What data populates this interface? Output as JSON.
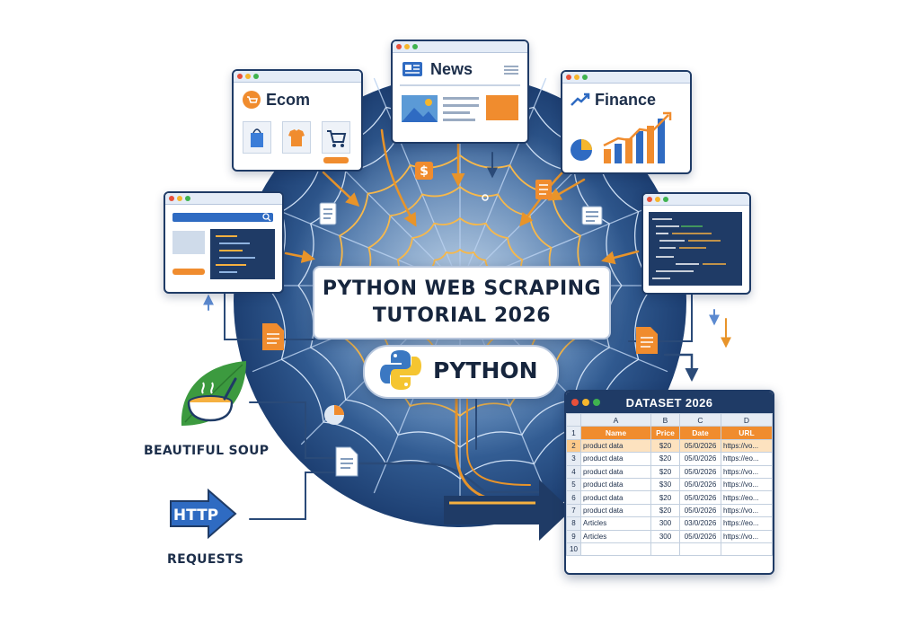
{
  "title": {
    "line1": "PYTHON WEB SCRAPING",
    "line2": "TUTORIAL 2026"
  },
  "python_badge": {
    "label": "PYTHON"
  },
  "sites": {
    "ecom": {
      "label": "Ecom"
    },
    "news": {
      "label": "News"
    },
    "finance": {
      "label": "Finance"
    }
  },
  "tools": {
    "beautiful_soup": {
      "label": "BEAUTIFUL SOUP"
    },
    "requests": {
      "label": "REQUESTS",
      "icon_text": "HTTP"
    }
  },
  "dataset": {
    "title": "DATASET 2026",
    "columns": [
      "A",
      "B",
      "C",
      "D"
    ],
    "headers": [
      "Name",
      "Price",
      "Date",
      "URL"
    ],
    "rows": [
      {
        "num": "2",
        "name": "product data",
        "price": "$20",
        "date": "05/0/2026",
        "url": "https://vo..."
      },
      {
        "num": "3",
        "name": "product data",
        "price": "$20",
        "date": "05/0/2026",
        "url": "https://eo..."
      },
      {
        "num": "4",
        "name": "product data",
        "price": "$20",
        "date": "05/0/2026",
        "url": "https://vo..."
      },
      {
        "num": "5",
        "name": "product data",
        "price": "$30",
        "date": "05/0/2026",
        "url": "https://vo..."
      },
      {
        "num": "6",
        "name": "product data",
        "price": "$20",
        "date": "05/0/2026",
        "url": "https://eo..."
      },
      {
        "num": "7",
        "name": "product data",
        "price": "$20",
        "date": "05/0/2026",
        "url": "https://vo..."
      },
      {
        "num": "8",
        "name": "Articles",
        "price": "300",
        "date": "03/0/2026",
        "url": "https://eo..."
      },
      {
        "num": "9",
        "name": "Articles",
        "price": "300",
        "date": "05/0/2026",
        "url": "https://vo..."
      }
    ],
    "header_row_num": "1",
    "empty_row_num": "10"
  },
  "colors": {
    "navy": "#1f3b66",
    "web_strand": "#f5b040",
    "orange": "#f08c2e",
    "circle_center": "#4f7fb4",
    "circle_edge": "#1d3f72"
  },
  "icons": [
    "shopping-bag-icon",
    "tshirt-icon",
    "cart-icon",
    "newspaper-icon",
    "image-icon",
    "trend-up-icon",
    "pie-chart-icon",
    "dollar-icon",
    "document-icon",
    "python-logo-icon",
    "soup-bowl-icon",
    "leaf-icon",
    "http-arrow-icon",
    "search-icon",
    "code-icon"
  ]
}
